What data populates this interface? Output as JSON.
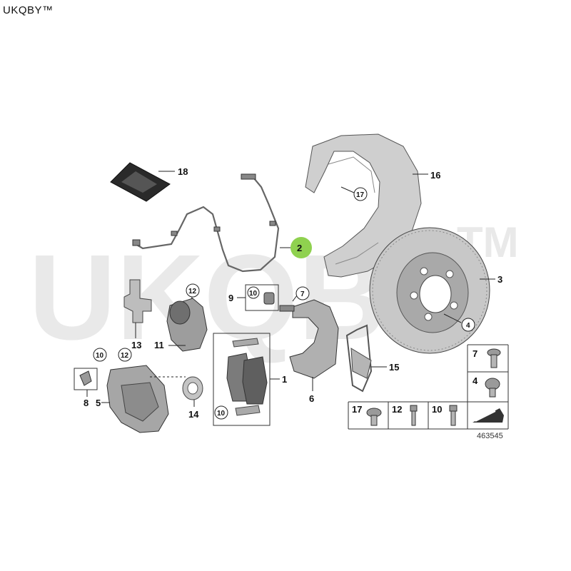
{
  "brand": "UKQBY™",
  "watermark": {
    "text": "UKQBY",
    "tm": "TM"
  },
  "diagram_number": "463545",
  "callouts": {
    "c1": "1",
    "c2": "2",
    "c3": "3",
    "c4": "4",
    "c5": "5",
    "c6": "6",
    "c7": "7",
    "c8": "8",
    "c9": "9",
    "c10": "10",
    "c11": "11",
    "c12": "12",
    "c13": "13",
    "c14": "14",
    "c15": "15",
    "c16": "16",
    "c17": "17",
    "c18": "18"
  },
  "colors": {
    "highlight": "#8fd14f",
    "part_grey": "#9a9a9a",
    "dark": "#222222"
  }
}
